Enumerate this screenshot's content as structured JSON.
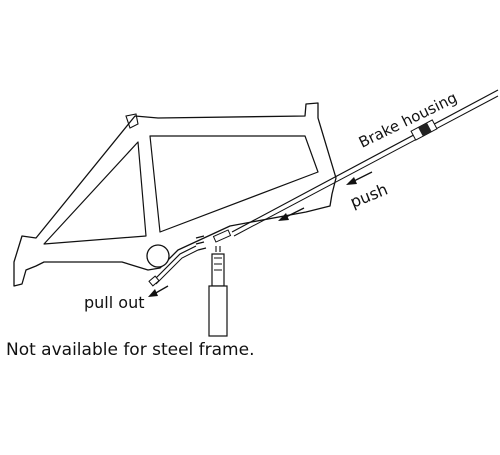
{
  "labels": {
    "brake_housing": "Brake housing",
    "push": "push",
    "pull_out": "pull out",
    "note": "Not available for steel frame."
  },
  "colors": {
    "line": "#111111",
    "background": "#ffffff",
    "housing_cap": "#222222"
  }
}
